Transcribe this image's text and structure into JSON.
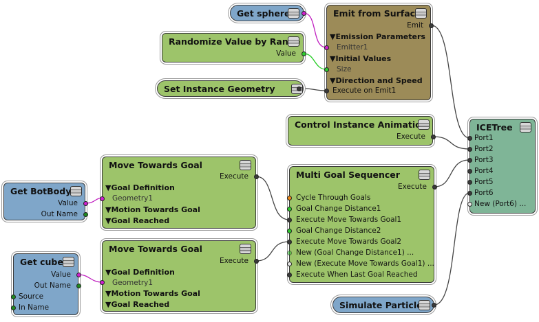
{
  "nodes": {
    "get_sphere": {
      "title": "Get sphere"
    },
    "emit_from_surface": {
      "title": "Emit from Surface",
      "emit": "Emit",
      "emission_params": "▼Emission Parameters",
      "emitter": "Emitter1",
      "initial_values": "▼Initial Values",
      "size": "Size",
      "direction_speed": "▼Direction and Speed",
      "execute_on_emit": "Execute on Emit1"
    },
    "randomize": {
      "title": "Randomize Value by Range",
      "value": "Value"
    },
    "set_instance_geometry": {
      "title": "Set Instance Geometry"
    },
    "control_instance_animation": {
      "title": "Control Instance Animation",
      "execute": "Execute"
    },
    "icetree": {
      "title": "ICETree",
      "ports": [
        "Port1",
        "Port2",
        "Port3",
        "Port4",
        "Port5",
        "Port6",
        "New (Port6) ..."
      ]
    },
    "move_towards_goal_1": {
      "title": "Move Towards Goal",
      "execute": "Execute",
      "goal_definition": "▼Goal Definition",
      "geometry": "Geometry1",
      "motion": "▼Motion Towards Goal",
      "reached": "▼Goal Reached"
    },
    "move_towards_goal_2": {
      "title": "Move Towards Goal",
      "execute": "Execute",
      "goal_definition": "▼Goal Definition",
      "geometry": "Geometry1",
      "motion": "▼Motion Towards Goal",
      "reached": "▼Goal Reached"
    },
    "get_botbody": {
      "title": "Get BotBody",
      "value": "Value",
      "out_name": "Out Name"
    },
    "get_cube": {
      "title": "Get cube",
      "value": "Value",
      "out_name": "Out Name",
      "source": "Source",
      "in_name": "In Name"
    },
    "multi_goal_sequencer": {
      "title": "Multi Goal Sequencer",
      "execute": "Execute",
      "rows": [
        "Cycle Through Goals",
        "Goal Change Distance1",
        "Execute Move Towards Goal1",
        "Goal Change Distance2",
        "Execute Move Towards Goal2",
        "New (Goal Change Distance1) ...",
        "New (Execute Move Towards Goal1) ...",
        "Execute When Last Goal Reached"
      ]
    },
    "simulate_particles": {
      "title": "Simulate Particles"
    }
  }
}
